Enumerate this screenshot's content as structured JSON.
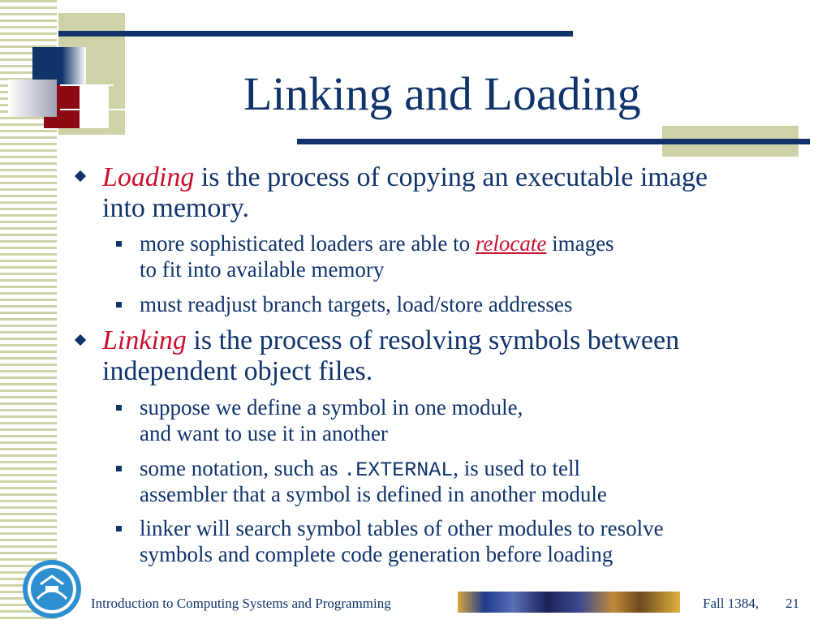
{
  "title": "Linking and Loading",
  "bullets": [
    {
      "emphasis": "Loading",
      "line1": " is the process of copying an executable image",
      "line2": "into memory.",
      "subs": [
        {
          "pre": "more sophisticated loaders are able to ",
          "link": "relocate",
          "post": " images",
          "line2": "to fit into available memory"
        },
        {
          "text": "must readjust branch targets, load/store addresses"
        }
      ]
    },
    {
      "emphasis": "Linking",
      "line1": " is the process of resolving symbols between",
      "line2": "independent object files.",
      "subs": [
        {
          "line1": "suppose we define a symbol in one module,",
          "line2": "and want to use it in another"
        },
        {
          "pre": "some notation, such as ",
          "code": ".EXTERNAL",
          "post": ", is used to tell",
          "line2": "assembler that a symbol is defined in another module"
        },
        {
          "line1": "linker will search symbol tables of other modules to resolve",
          "line2": "symbols and complete code generation before loading"
        }
      ]
    }
  ],
  "footer": {
    "course": "Introduction to Computing Systems and Programming",
    "term": "Fall 1384,",
    "page": "21"
  },
  "colors": {
    "accent": "#c8102e",
    "text": "#10336b",
    "olive": "#cfd2a6",
    "maroon": "#8b0a14"
  }
}
